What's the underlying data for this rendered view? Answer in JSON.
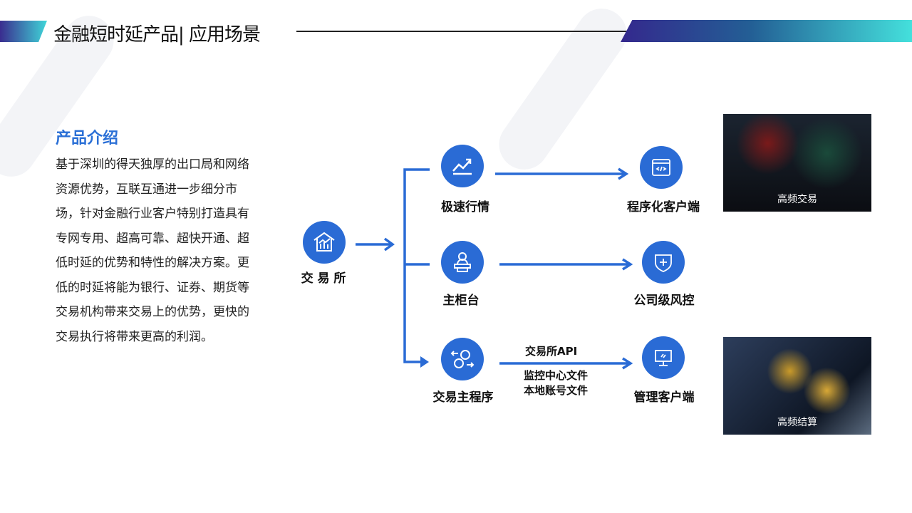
{
  "header": {
    "title": "金融短时延产品| 应用场景"
  },
  "intro": {
    "heading": "产品介绍",
    "body": "基于深圳的得天独厚的出口局和网络资源优势，互联互通进一步细分市场，针对金融行业客户特别打造具有专网专用、超高可靠、超快开通、超低时延的优势和特性的解决方案。更低的时延将能为银行、证券、期货等交易机构带来交易上的优势，更快的交易执行将带来更高的利润。"
  },
  "diagram": {
    "source": {
      "label": "交 易 所",
      "icon": "exchange-building-icon"
    },
    "middle": [
      {
        "label": "极速行情",
        "icon": "trend-chart-icon"
      },
      {
        "label": "主柜台",
        "icon": "counter-person-icon"
      },
      {
        "label": "交易主程序",
        "icon": "currency-exchange-icon"
      }
    ],
    "targets": [
      {
        "label": "程序化客户端",
        "icon": "code-window-icon"
      },
      {
        "label": "公司级风控",
        "icon": "shield-plus-icon"
      },
      {
        "label": "管理客户端",
        "icon": "monitor-icon"
      }
    ],
    "edge_labels": {
      "above": "交易所API",
      "below1": "监控中心文件",
      "below2": "本地账号文件"
    }
  },
  "photos": [
    {
      "caption": "高频交易"
    },
    {
      "caption": "高频结算"
    }
  ],
  "colors": {
    "accent": "#2a6bd5",
    "heading": "#2a6fd6"
  }
}
